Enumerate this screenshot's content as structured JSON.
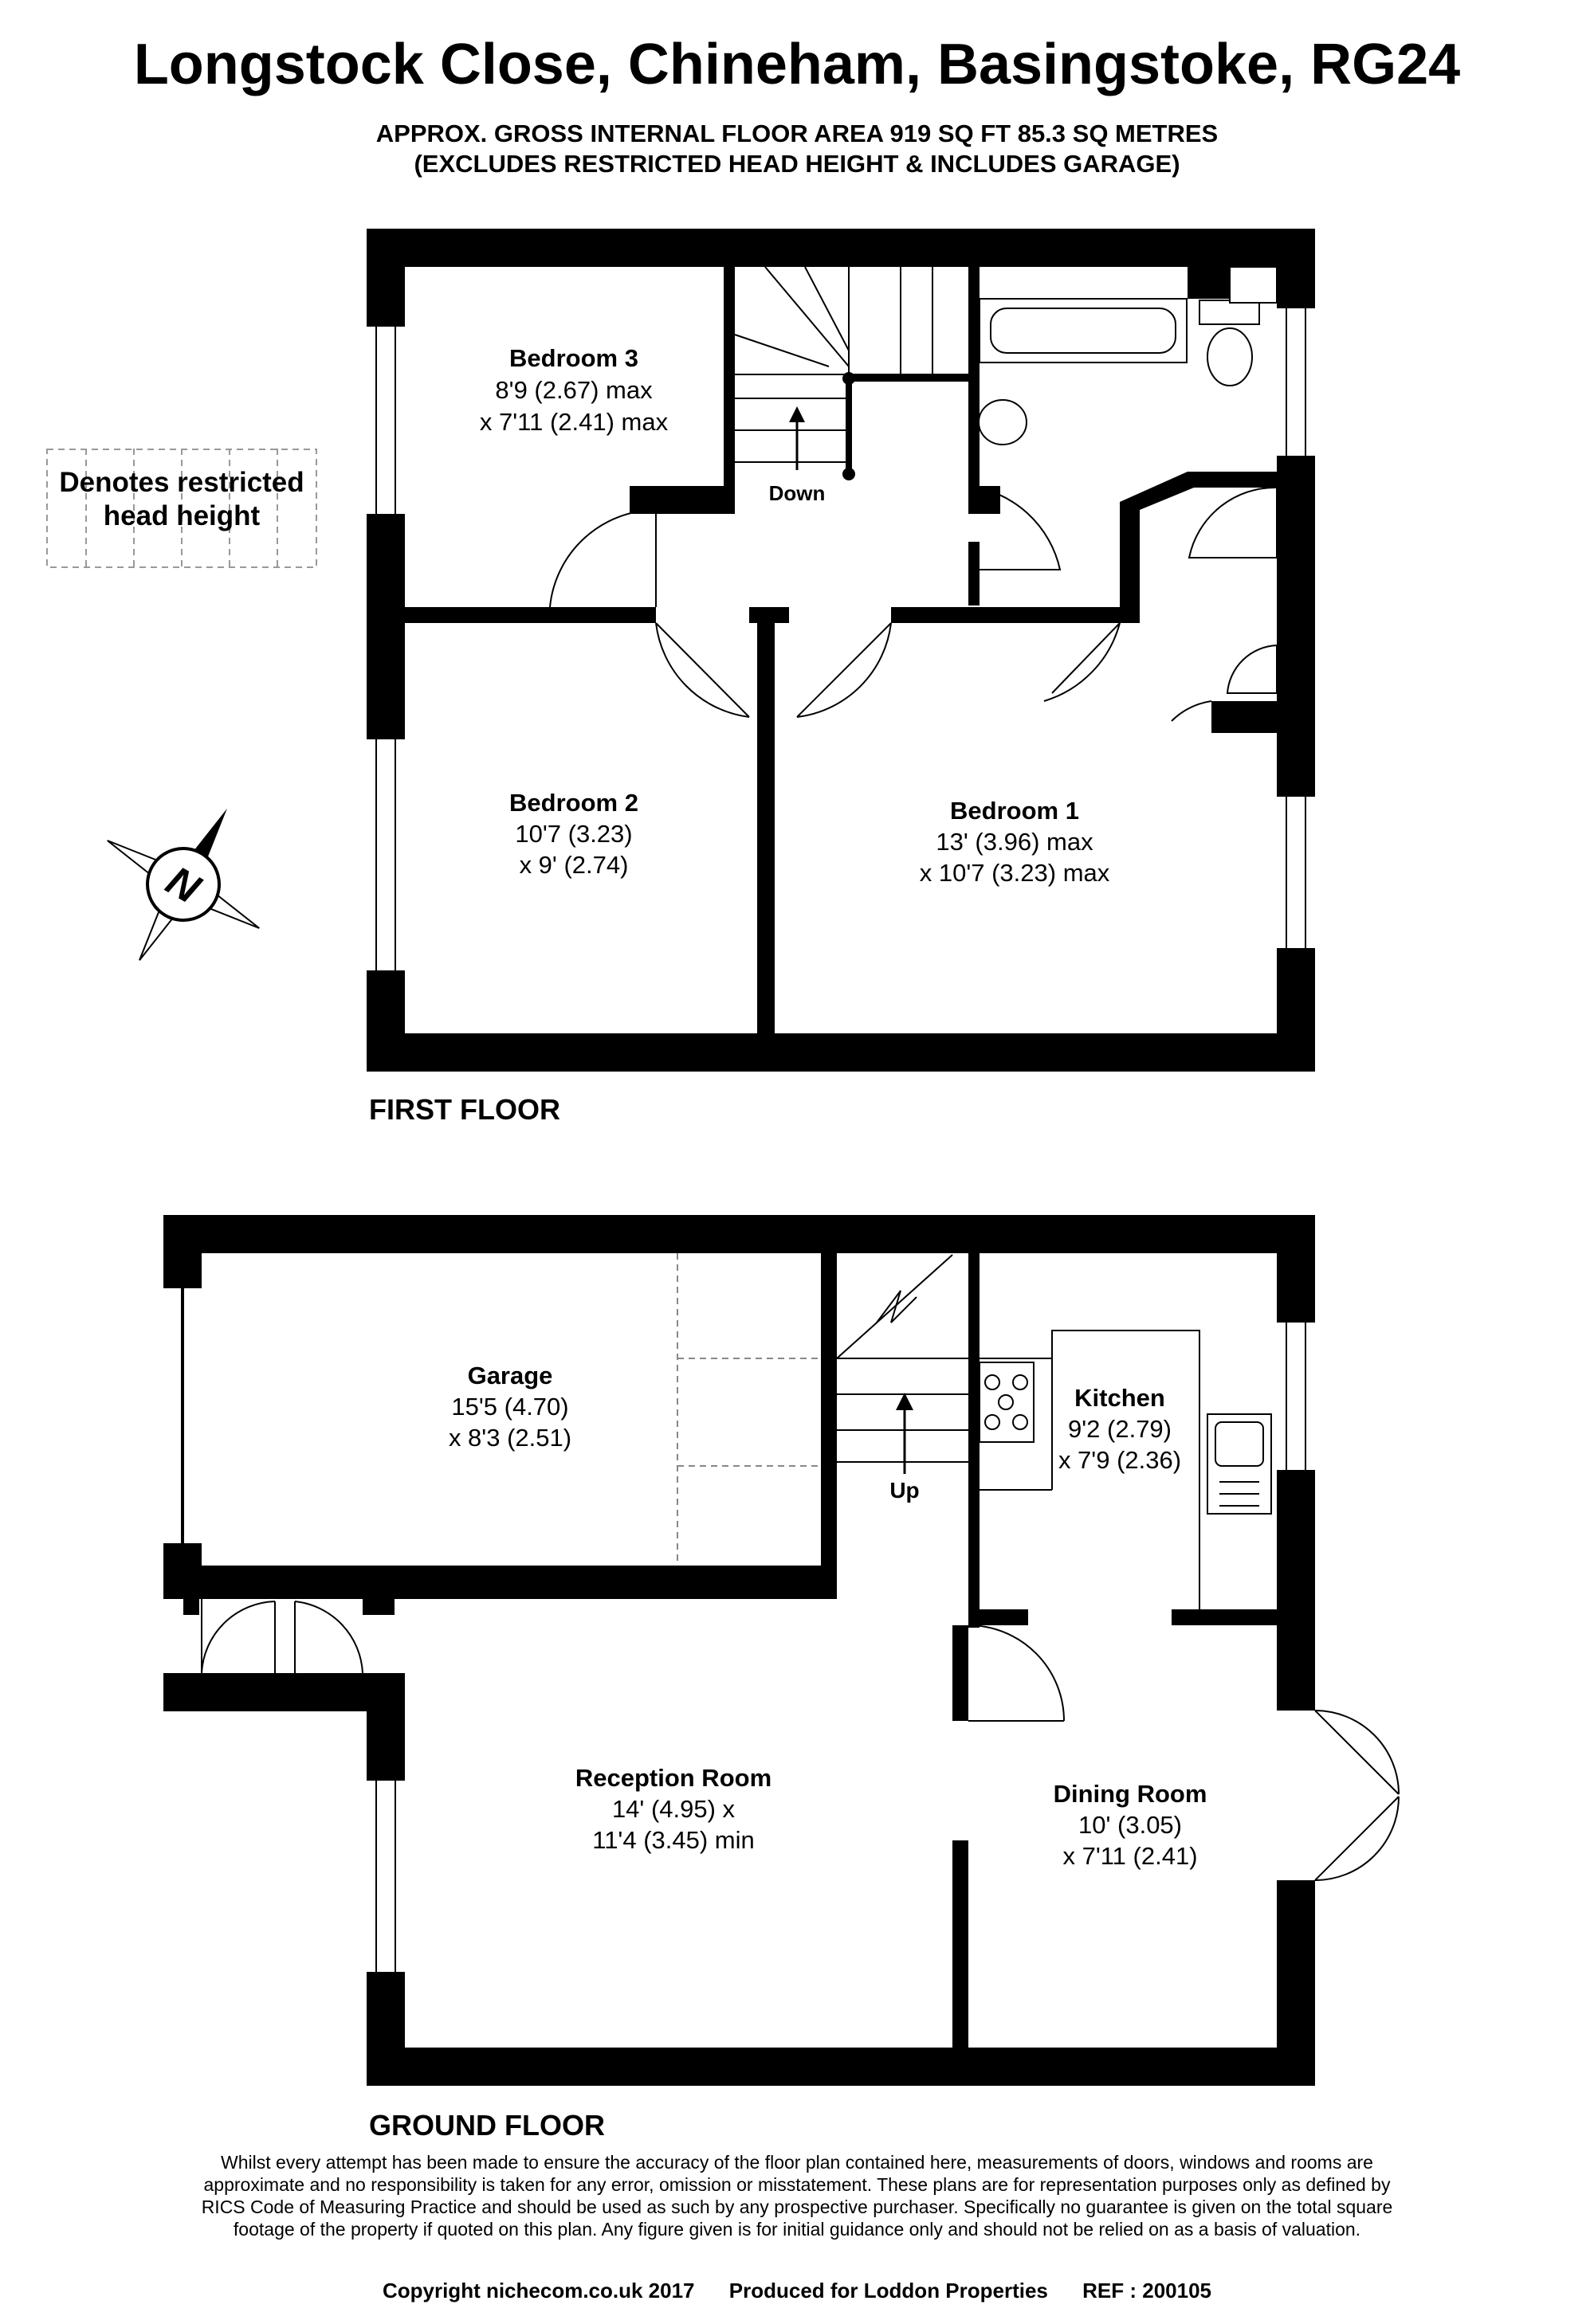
{
  "header": {
    "title": "Longstock Close, Chineham, Basingstoke, RG24",
    "area_line": "APPROX. GROSS INTERNAL FLOOR AREA 919 SQ FT 85.3 SQ METRES",
    "area_note": "(EXCLUDES RESTRICTED HEAD HEIGHT & INCLUDES GARAGE)"
  },
  "legend": {
    "line1": "Denotes restricted",
    "line2": "head height"
  },
  "compass": {
    "letter": "N"
  },
  "first_floor": {
    "label": "FIRST FLOOR",
    "stairs_label": "Down",
    "rooms": [
      {
        "name": "Bedroom 3",
        "dim1": "8'9 (2.67) max",
        "dim2": "x 7'11 (2.41) max"
      },
      {
        "name": "Bedroom 2",
        "dim1": "10'7 (3.23)",
        "dim2": "x 9' (2.74)"
      },
      {
        "name": "Bedroom 1",
        "dim1": "13' (3.96) max",
        "dim2": "x 10'7 (3.23) max"
      }
    ]
  },
  "ground_floor": {
    "label": "GROUND FLOOR",
    "stairs_label": "Up",
    "rooms": [
      {
        "name": "Garage",
        "dim1": "15'5 (4.70)",
        "dim2": "x 8'3 (2.51)"
      },
      {
        "name": "Kitchen",
        "dim1": "9'2 (2.79)",
        "dim2": "x 7'9 (2.36)"
      },
      {
        "name": "Reception Room",
        "dim1": "14' (4.95) x",
        "dim2": "11'4 (3.45) min"
      },
      {
        "name": "Dining Room",
        "dim1": "10' (3.05)",
        "dim2": "x 7'11 (2.41)"
      }
    ]
  },
  "disclaimer": "Whilst every attempt has been made to ensure the accuracy of the floor plan contained here, measurements of doors, windows and rooms are approximate and no responsibility is taken for any error, omission or misstatement. These plans are for representation purposes only as defined by RICS Code of Measuring Practice and should be used as such by any prospective purchaser. Specifically no guarantee is given on the total square footage of the property if quoted on this plan. Any figure given is for initial guidance only and should not be relied on as a basis of valuation.",
  "footer": {
    "copyright": "Copyright nichecom.co.uk 2017",
    "produced": "Produced for Loddon Properties",
    "ref": "REF : 200105"
  }
}
